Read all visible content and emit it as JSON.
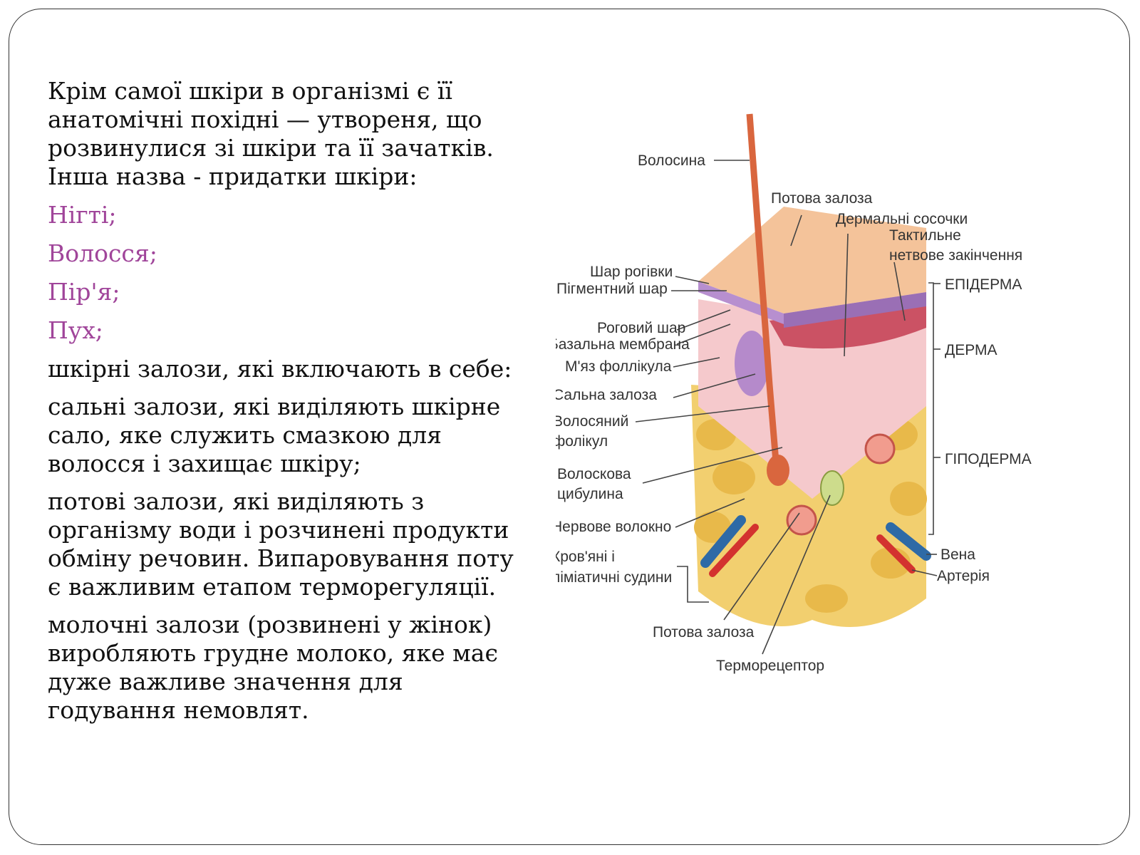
{
  "text": {
    "intro": "Крім самої шкіри в організмі є її анатомічні похідні — утвореня, що розвинулися зі шкіри та її зачатків. Інша назва - придатки шкіри:",
    "items": [
      "Нігті;",
      "Волосся;",
      "Пір'я;",
      "Пух;"
    ],
    "glands_intro": "шкірні залози, які включають в себе:",
    "sebaceous": "сальні залози, які виділяють шкірне сало, яке служить смазкою для волосся і захищає шкіру;",
    "sweat": "потові залози, які виділяють з організму води і розчинені продукти обміну речовин. Випаровування поту є важливим етапом терморегуляції.",
    "mammary": "молочні залози (розвинені у жінок) виробляють грудне молоко, яке має дуже важливе значення для годування немовлят.",
    "colors": {
      "body": "#111111",
      "highlight": "#a0459a"
    }
  },
  "diagram": {
    "hair": "Волосина",
    "sweat_gland_top": "Потова залоза",
    "dermal_papillae": "Дермальні сосочки",
    "tactile_1": "Тактильне",
    "tactile_2": "нетвове закінчення",
    "corneum_layer": "Шар рогівки",
    "pigment_layer": "Пігментний шар",
    "horny_layer": "Роговий шар",
    "basal_membrane": "Базальна мембрана",
    "follicle_muscle": "М'яз фоллікула",
    "sebaceous_gland": "Сальна залоза",
    "hair_follicle_1": "Волосяний",
    "hair_follicle_2": "фолікул",
    "hair_bulb_1": "Волоскова",
    "hair_bulb_2": "цибулина",
    "nerve_fiber": "Нервове волокно",
    "vessels_1": "Кров'яні і",
    "vessels_2": "ліміатичні судини",
    "sweat_gland_bottom": "Потова залоза",
    "thermoreceptor": "Терморецептор",
    "epidermis": "ЕПІДЕРМА",
    "dermis": "ДЕРМА",
    "hypodermis": "ГІПОДЕРМА",
    "vein": "Вена",
    "artery": "Артерія"
  }
}
